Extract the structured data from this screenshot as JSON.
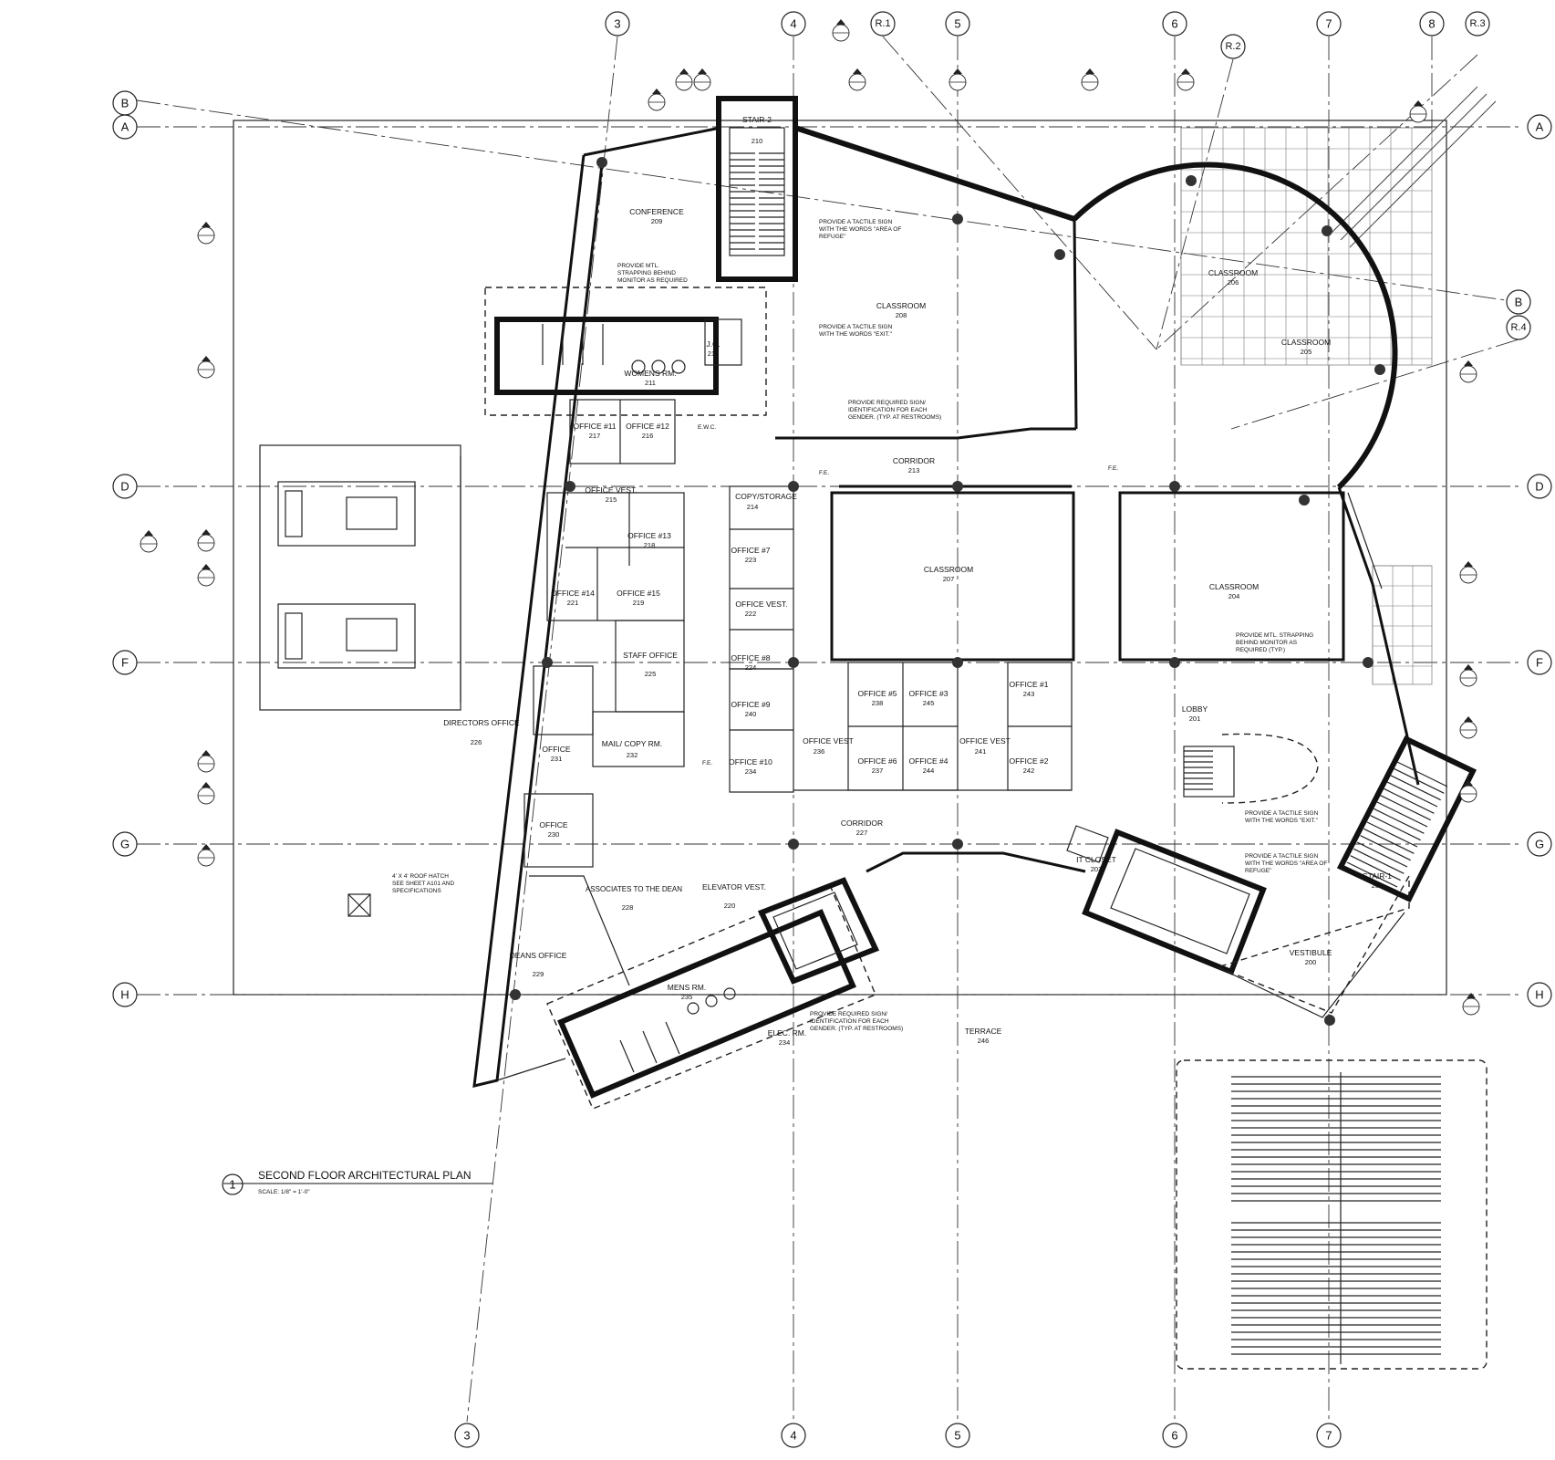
{
  "title": {
    "number": "1",
    "name": "SECOND FLOOR ARCHITECTURAL PLAN",
    "scale": "SCALE: 1/8\" = 1'-0\""
  },
  "grid": {
    "vertical_top": [
      "3",
      "4",
      "R.1",
      "5",
      "6",
      "R.2",
      "7",
      "8",
      "R.3"
    ],
    "vertical_bottom": [
      "3",
      "4",
      "5",
      "6",
      "7"
    ],
    "horizontal_left": [
      "B",
      "A",
      "D",
      "F",
      "G",
      "H"
    ],
    "horizontal_right": [
      "A",
      "B",
      "R.4",
      "D",
      "F",
      "G",
      "H"
    ]
  },
  "rooms": [
    {
      "name": "STAIR-2",
      "num": "210"
    },
    {
      "name": "CONFERENCE",
      "num": "209"
    },
    {
      "name": "CLASSROOM",
      "num": "208"
    },
    {
      "name": "CLASSROOM",
      "num": "206"
    },
    {
      "name": "CLASSROOM",
      "num": "205"
    },
    {
      "name": "WOMENS RM.",
      "num": "211"
    },
    {
      "name": "J.C.",
      "num": "212"
    },
    {
      "name": "OFFICE #11",
      "num": "217"
    },
    {
      "name": "OFFICE #12",
      "num": "216"
    },
    {
      "name": "CORRIDOR",
      "num": "213"
    },
    {
      "name": "OFFICE VEST.",
      "num": "215"
    },
    {
      "name": "COPY/STORAGE",
      "num": "214"
    },
    {
      "name": "OFFICE #13",
      "num": "218"
    },
    {
      "name": "OFFICE #7",
      "num": "223"
    },
    {
      "name": "CLASSROOM",
      "num": "207"
    },
    {
      "name": "CLASSROOM",
      "num": "204"
    },
    {
      "name": "OFFICE #14",
      "num": "221"
    },
    {
      "name": "OFFICE #15",
      "num": "219"
    },
    {
      "name": "OFFICE VEST.",
      "num": "222"
    },
    {
      "name": "STAFF OFFICE",
      "num": "225"
    },
    {
      "name": "OFFICE #8",
      "num": "224"
    },
    {
      "name": "DIRECTORS OFFICE",
      "num": "226"
    },
    {
      "name": "OFFICE",
      "num": "231"
    },
    {
      "name": "MAIL/ COPY RM.",
      "num": "232"
    },
    {
      "name": "OFFICE #9",
      "num": "240"
    },
    {
      "name": "OFFICE VEST",
      "num": "236"
    },
    {
      "name": "OFFICE #5",
      "num": "238"
    },
    {
      "name": "OFFICE #3",
      "num": "245"
    },
    {
      "name": "OFFICE #1",
      "num": "243"
    },
    {
      "name": "LOBBY",
      "num": "201"
    },
    {
      "name": "OFFICE #10",
      "num": "234"
    },
    {
      "name": "OFFICE #6",
      "num": "237"
    },
    {
      "name": "OFFICE #4",
      "num": "244"
    },
    {
      "name": "OFFICE VEST",
      "num": "241"
    },
    {
      "name": "OFFICE #2",
      "num": "242"
    },
    {
      "name": "OFFICE",
      "num": "230"
    },
    {
      "name": "CORRIDOR",
      "num": "227"
    },
    {
      "name": "IT CLOSET",
      "num": "203"
    },
    {
      "name": "STAIR-1",
      "num": "202"
    },
    {
      "name": "ASSOCIATES TO THE DEAN",
      "num": "228"
    },
    {
      "name": "ELEVATOR VEST.",
      "num": "220"
    },
    {
      "name": "VESTIBULE",
      "num": "200"
    },
    {
      "name": "DEANS OFFICE",
      "num": "229"
    },
    {
      "name": "MENS RM.",
      "num": "235"
    },
    {
      "name": "ELEC. RM.",
      "num": "234"
    },
    {
      "name": "TERRACE",
      "num": "246"
    }
  ],
  "notes": {
    "tactile_refuge": [
      "PROVIDE A TACTILE SIGN",
      "WITH THE WORDS \"AREA OF",
      "REFUGE\""
    ],
    "tactile_exit": [
      "PROVIDE A TACTILE SIGN",
      "WITH THE WORDS \"EXIT.\""
    ],
    "strapping_1": [
      "PROVIDE MTL.",
      "STRAPPING BEHIND",
      "MONITOR AS REQUIRED"
    ],
    "signage_1": [
      "PROVIDE REQUIRED SIGN/",
      "IDENTIFICATION FOR EACH",
      "GENDER. (TYP. AT RESTROOMS)"
    ],
    "strapping_2": [
      "PROVIDE MTL. STRAPPING",
      "BEHIND MONITOR AS",
      "REQUIRED (TYP.)"
    ],
    "tactile_exit_2": [
      "PROVIDE A TACTILE SIGN",
      "WITH THE WORDS \"EXIT.\""
    ],
    "tactile_refuge_2": [
      "PROVIDE A TACTILE SIGN",
      "WITH THE WORDS \"AREA OF",
      "REFUGE\""
    ],
    "roof_hatch": [
      "4' X 4' ROOF HATCH",
      "SEE SHEET A101 AND",
      "SPECIFICATIONS"
    ],
    "signage_2": [
      "PROVIDE REQUIRED SIGN/",
      "IDENTIFICATION FOR EACH",
      "GENDER. (TYP. AT RESTROOMS)"
    ],
    "fe_1": "F.E.",
    "fe_2": "F.E.",
    "fe_3": "F.E.",
    "ewc": "E.W.C."
  }
}
